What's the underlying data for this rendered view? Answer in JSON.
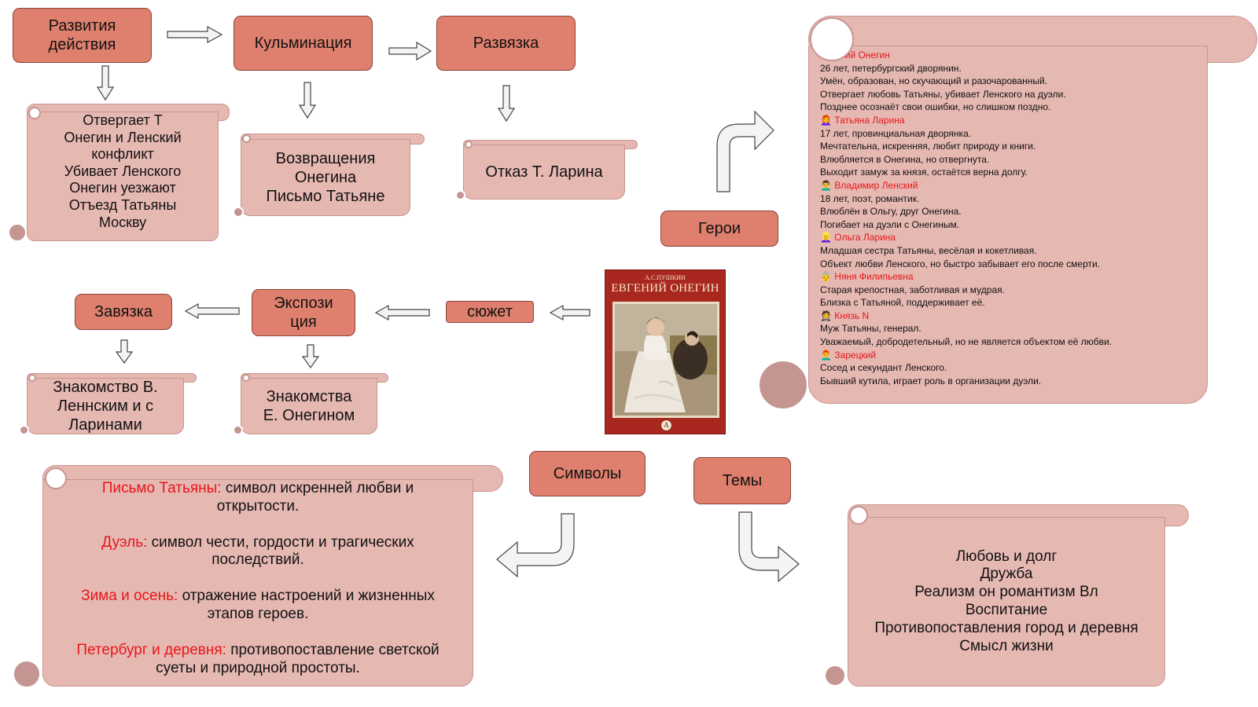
{
  "nodes": {
    "razvitie": "Развития действия",
    "kulminaciya": "Кульминация",
    "razvyazka": "Развязка",
    "geroi": "Герои",
    "zavyazka": "Завязка",
    "ekspoziciya_1": "Экспози",
    "ekspoziciya_2": "ция",
    "syuzhet": "сюжет",
    "simvoly": "Символы",
    "temy": "Темы"
  },
  "razvitie_scroll": [
    "Отвергает Т",
    "Онегин и Ленский",
    "конфликт",
    "Убивает Ленского",
    "Онегин уезжают",
    "Отъезд Татьяны",
    "Москву"
  ],
  "kulminaciya_scroll": [
    "Возвращения",
    "Онегина",
    "Письмо Татьяне"
  ],
  "razvyazka_scroll": "Отказ Т. Ларина",
  "zavyazka_scroll": [
    "Знакомство В.",
    "Леннским и с",
    "Ларинами"
  ],
  "ekspoziciya_scroll": [
    "Знакомства",
    "Е. Онегином"
  ],
  "book": {
    "author": "А.С.ПУШКИН",
    "title": "ЕВГЕНИЙ ОНЕГИН"
  },
  "heroes": [
    {
      "icon": "",
      "name": "Евгений Онегин",
      "lines": [
        "26 лет, петербургский дворянин.",
        "Умён, образован, но скучающий и разочарованный.",
        "Отвергает любовь Татьяны, убивает Ленского на дуэли.",
        "Позднее осознаёт свои ошибки, но слишком поздно."
      ]
    },
    {
      "icon": "👩‍🦰",
      "name": "Татьяна Ларина",
      "lines": [
        "17 лет, провинциальная дворянка.",
        "Мечтательна, искренняя, любит природу и книги.",
        "Влюбляется в Онегина, но отвергнута.",
        "Выходит замуж за князя, остаётся верна долгу."
      ]
    },
    {
      "icon": "👨‍🦱",
      "name": "Владимир Ленский",
      "lines": [
        "18 лет, поэт, романтик.",
        "Влюблён в Ольгу, друг Онегина.",
        "Погибает на дуэли с Онегиным."
      ]
    },
    {
      "icon": "👱‍♀️",
      "name": "Ольга Ларина",
      "lines": [
        "Младшая сестра Татьяны, весёлая и кокетливая.",
        "Объект любви Ленского, но быстро забывает его после смерти."
      ]
    },
    {
      "icon": "👵",
      "name": "Няня Филипьевна",
      "lines": [
        "Старая крепостная, заботливая и мудрая.",
        "Близка с Татьяной, поддерживает её."
      ]
    },
    {
      "icon": "🤵",
      "name": "Князь N",
      "lines": [
        "Муж Татьяны, генерал.",
        "Уважаемый, добродетельный, но не является объектом её любви."
      ]
    },
    {
      "icon": "👨‍🦰",
      "name": "Зарецкий",
      "lines": [
        "Сосед и секундант Ленского.",
        "Бывший кутила, играет роль в организации дуэли."
      ]
    }
  ],
  "symbols": [
    {
      "key": "Письмо Татьяны:",
      "text": " символ искренней любви и",
      "cont": "открытости."
    },
    {
      "key": "Дуэль:",
      "text": " символ чести, гордости и трагических",
      "cont": "последствий."
    },
    {
      "key": "Зима и осень:",
      "text": " отражение настроений и жизненных",
      "cont": "этапов героев."
    },
    {
      "key": "Петербург и деревня:",
      "text": " противопоставление светской",
      "cont": "суеты и природной простоты."
    }
  ],
  "themes": [
    "Любовь и долг",
    "Дружба",
    "Реализм он романтизм Вл",
    "Воспитание",
    "Противопоставления город и деревня",
    "Смысл жизни"
  ],
  "colors": {
    "box": "#df806e",
    "scroll": "#e6b8b2",
    "accent_red": "#e8161a"
  }
}
